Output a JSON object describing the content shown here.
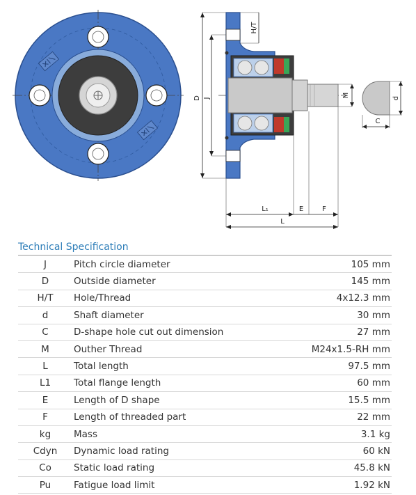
{
  "drawing": {
    "dimension_labels": {
      "ht": "H/T",
      "d_outer": "D",
      "j": "J",
      "m": "M",
      "d": "d",
      "c": "C",
      "l1": "L₁",
      "e": "E",
      "f": "F",
      "l": "L"
    },
    "colors": {
      "flange_blue": "#4a78c4",
      "flange_dark": "#2a4f8f",
      "hub_dark": "#3d3d3d",
      "seal_red": "#c0392b",
      "seal_green": "#3aa657",
      "steel_grey": "#c9c9c9"
    }
  },
  "specification": {
    "title": "Technical Specification",
    "rows": [
      {
        "symbol": "J",
        "description": "Pitch circle diameter",
        "value": "105 mm"
      },
      {
        "symbol": "D",
        "description": "Outside diameter",
        "value": "145 mm"
      },
      {
        "symbol": "H/T",
        "description": "Hole/Thread",
        "value": "4x12.3 mm"
      },
      {
        "symbol": "d",
        "description": "Shaft diameter",
        "value": "30 mm"
      },
      {
        "symbol": "C",
        "description": "D-shape hole cut out dimension",
        "value": "27 mm"
      },
      {
        "symbol": "M",
        "description": "Outher Thread",
        "value": "M24x1.5-RH mm"
      },
      {
        "symbol": "L",
        "description": "Total length",
        "value": "97.5 mm"
      },
      {
        "symbol": "L1",
        "description": "Total flange length",
        "value": "60 mm"
      },
      {
        "symbol": "E",
        "description": "Length of D shape",
        "value": "15.5 mm"
      },
      {
        "symbol": "F",
        "description": "Length of threaded part",
        "value": "22 mm"
      },
      {
        "symbol": "kg",
        "description": "Mass",
        "value": "3.1 kg"
      },
      {
        "symbol": "Cdyn",
        "description": "Dynamic load rating",
        "value": "60 kN"
      },
      {
        "symbol": "Co",
        "description": "Static load rating",
        "value": "45.8 kN"
      },
      {
        "symbol": "Pu",
        "description": "Fatigue load limit",
        "value": "1.92 kN"
      }
    ]
  }
}
